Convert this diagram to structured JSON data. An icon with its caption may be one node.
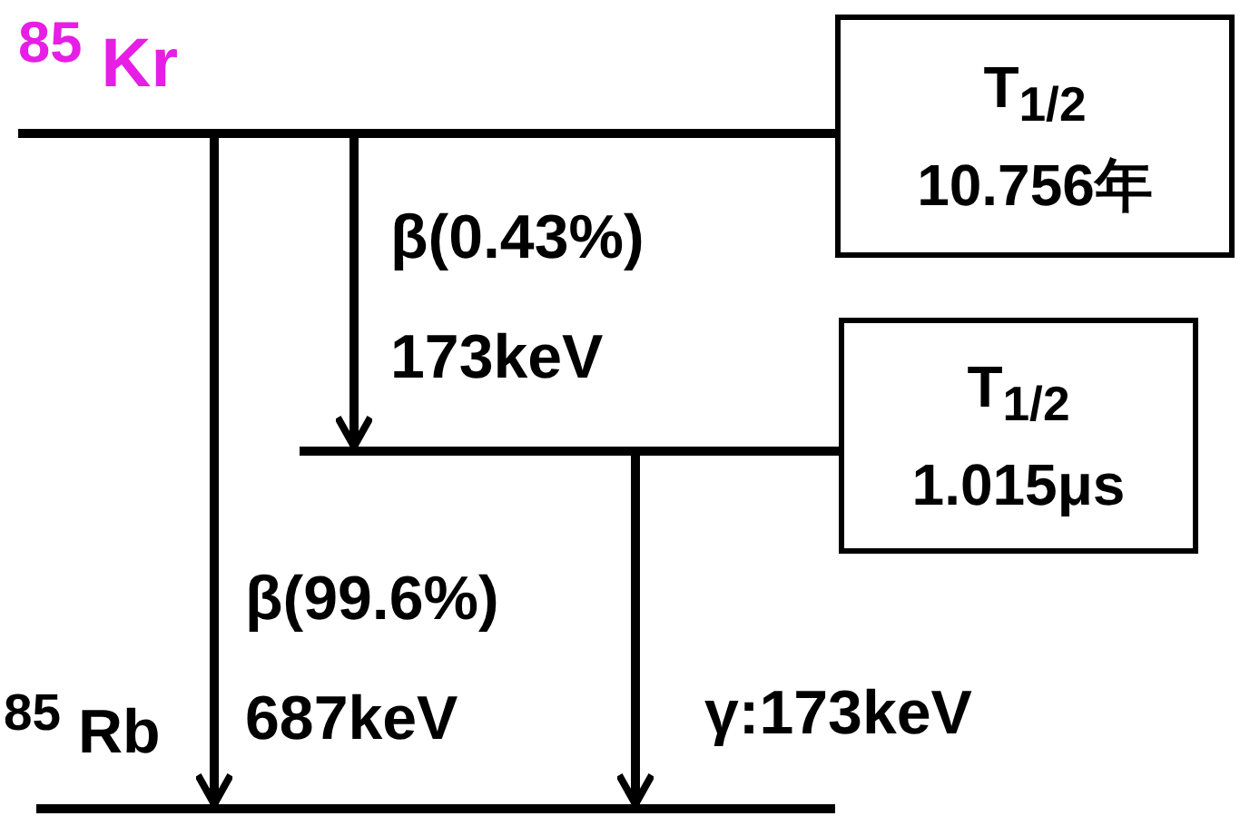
{
  "diagram": {
    "nodes": [
      {
        "text": [],
        "shape": "bar",
        "beside": [
          "$^{85}$ Kr"
        ]
      },
      {
        "text": [
          "T$_{1/2}$",
          "10.756年"
        ]
      },
      {
        "text": [],
        "shape": "bar"
      },
      {
        "text": [
          "T$_{1/2}$",
          "1.015μs"
        ]
      },
      {
        "text": [],
        "shape": "bar",
        "beside": [
          "$^{85}$ Rb"
        ]
      }
    ],
    "edges": [
      {
        "from": 0,
        "to": 2,
        "arrow": "to",
        "label": "β(0.43%) 173keV"
      },
      {
        "from": 0,
        "to": 4,
        "arrow": "to",
        "label": "β(99.6%) 687keV"
      },
      {
        "from": 2,
        "to": 4,
        "arrow": "to",
        "label": "γ:173keV"
      }
    ]
  }
}
